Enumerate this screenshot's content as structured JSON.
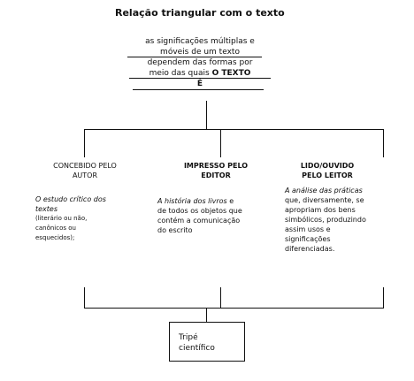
{
  "title": "Relação triangular com o texto",
  "central": {
    "lines": [
      "as significações múltiplas e",
      "móveis de um texto",
      "dependem das formas por",
      "meio das quais"
    ],
    "emph": "O TEXTO",
    "verb": "É"
  },
  "columns": [
    {
      "heading_lines": [
        "CONCEBIDO PELO",
        "AUTOR"
      ],
      "body_main": "O estudo crítico dos textes",
      "body_sub": "(literário ou não, canônicos ou esquecidos);"
    },
    {
      "heading_lines": [
        "IMPRESSO PELO",
        "EDITOR"
      ],
      "body_em": "A história dos livros",
      "body_rest": "e de todos os objetos que contém a comunicação do escrito"
    },
    {
      "heading_lines": [
        "LIDO/OUVIDO",
        "PELO LEITOR"
      ],
      "body_em": "A análise das práticas",
      "body_rest": "que, diversamente, se apropriam dos bens simbólicos, produzindo assim usos e significações diferenciadas."
    }
  ],
  "result": {
    "lines": [
      "Tripé",
      "científico"
    ]
  }
}
